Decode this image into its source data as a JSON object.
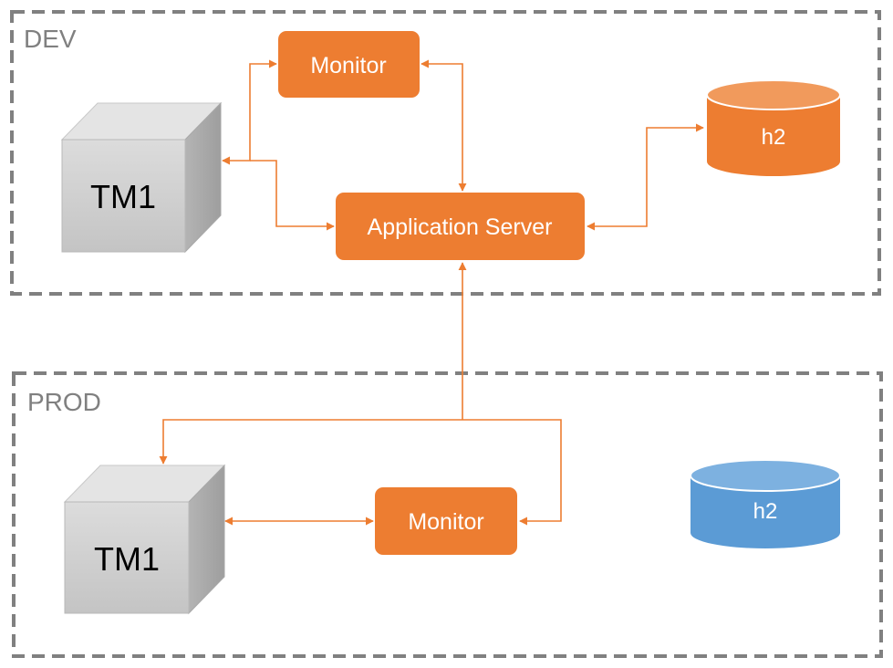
{
  "zones": {
    "dev": "DEV",
    "prod": "PROD"
  },
  "nodes": {
    "dev_monitor": "Monitor",
    "dev_tm1": "TM1",
    "app_server": "Application Server",
    "dev_h2": "h2",
    "prod_tm1": "TM1",
    "prod_monitor": "Monitor",
    "prod_h2": "h2"
  },
  "colors": {
    "accent": "#ED7D31",
    "db_dev": "#ED7D31",
    "db_prod": "#5B9BD5",
    "zone_border": "#808080",
    "cube_face": "#D3D3D3",
    "cube_top": "#E4E4E4",
    "cube_side": "#AFAFAF"
  }
}
